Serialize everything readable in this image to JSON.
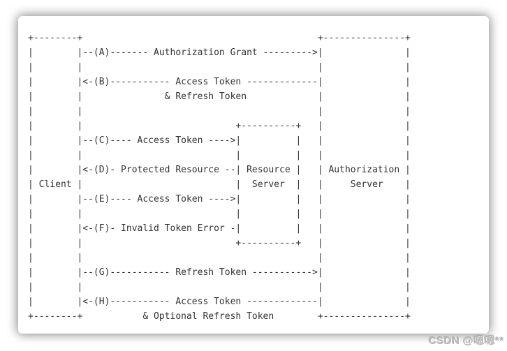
{
  "diagram": {
    "kind": "ascii-sequence-diagram",
    "entities": {
      "client": "Client",
      "resource_server": "Resource Server",
      "authorization_server": "Authorization Server"
    },
    "steps": [
      {
        "id": "A",
        "label": "Authorization Grant",
        "direction": "right"
      },
      {
        "id": "B",
        "label": "Access Token & Refresh Token",
        "direction": "left"
      },
      {
        "id": "C",
        "label": "Access Token",
        "direction": "right"
      },
      {
        "id": "D",
        "label": "Protected Resource",
        "direction": "left"
      },
      {
        "id": "E",
        "label": "Access Token",
        "direction": "right"
      },
      {
        "id": "F",
        "label": "Invalid Token Error",
        "direction": "left"
      },
      {
        "id": "G",
        "label": "Refresh Token",
        "direction": "right"
      },
      {
        "id": "H",
        "label": "Access Token & Optional Refresh Token",
        "direction": "left"
      }
    ],
    "lines": [
      "+--------+                                           +---------------+",
      "|        |--(A)------- Authorization Grant --------->|               |",
      "|        |                                           |               |",
      "|        |<-(B)----------- Access Token -------------|               |",
      "|        |               & Refresh Token             |               |",
      "|        |                                           |               |",
      "|        |                            +----------+   |               |",
      "|        |--(C)---- Access Token ---->|          |   |               |",
      "|        |                            |          |   |               |",
      "|        |<-(D)- Protected Resource --| Resource |   | Authorization |",
      "| Client |                            |  Server  |   |     Server    |",
      "|        |--(E)---- Access Token ---->|          |   |               |",
      "|        |                            |          |   |               |",
      "|        |<-(F)- Invalid Token Error -|          |   |               |",
      "|        |                            +----------+   |               |",
      "|        |                                           |               |",
      "|        |--(G)----------- Refresh Token ----------->|               |",
      "|        |                                           |               |",
      "|        |<-(H)----------- Access Token -------------|               |",
      "+--------+           & Optional Refresh Token        +---------------+"
    ]
  },
  "watermark": {
    "text": "CSDN @嗯嗯**"
  },
  "colors": {
    "diagram_text": "#333333",
    "card_background": "#ffffff",
    "watermark_text": "#b7b7b7"
  }
}
